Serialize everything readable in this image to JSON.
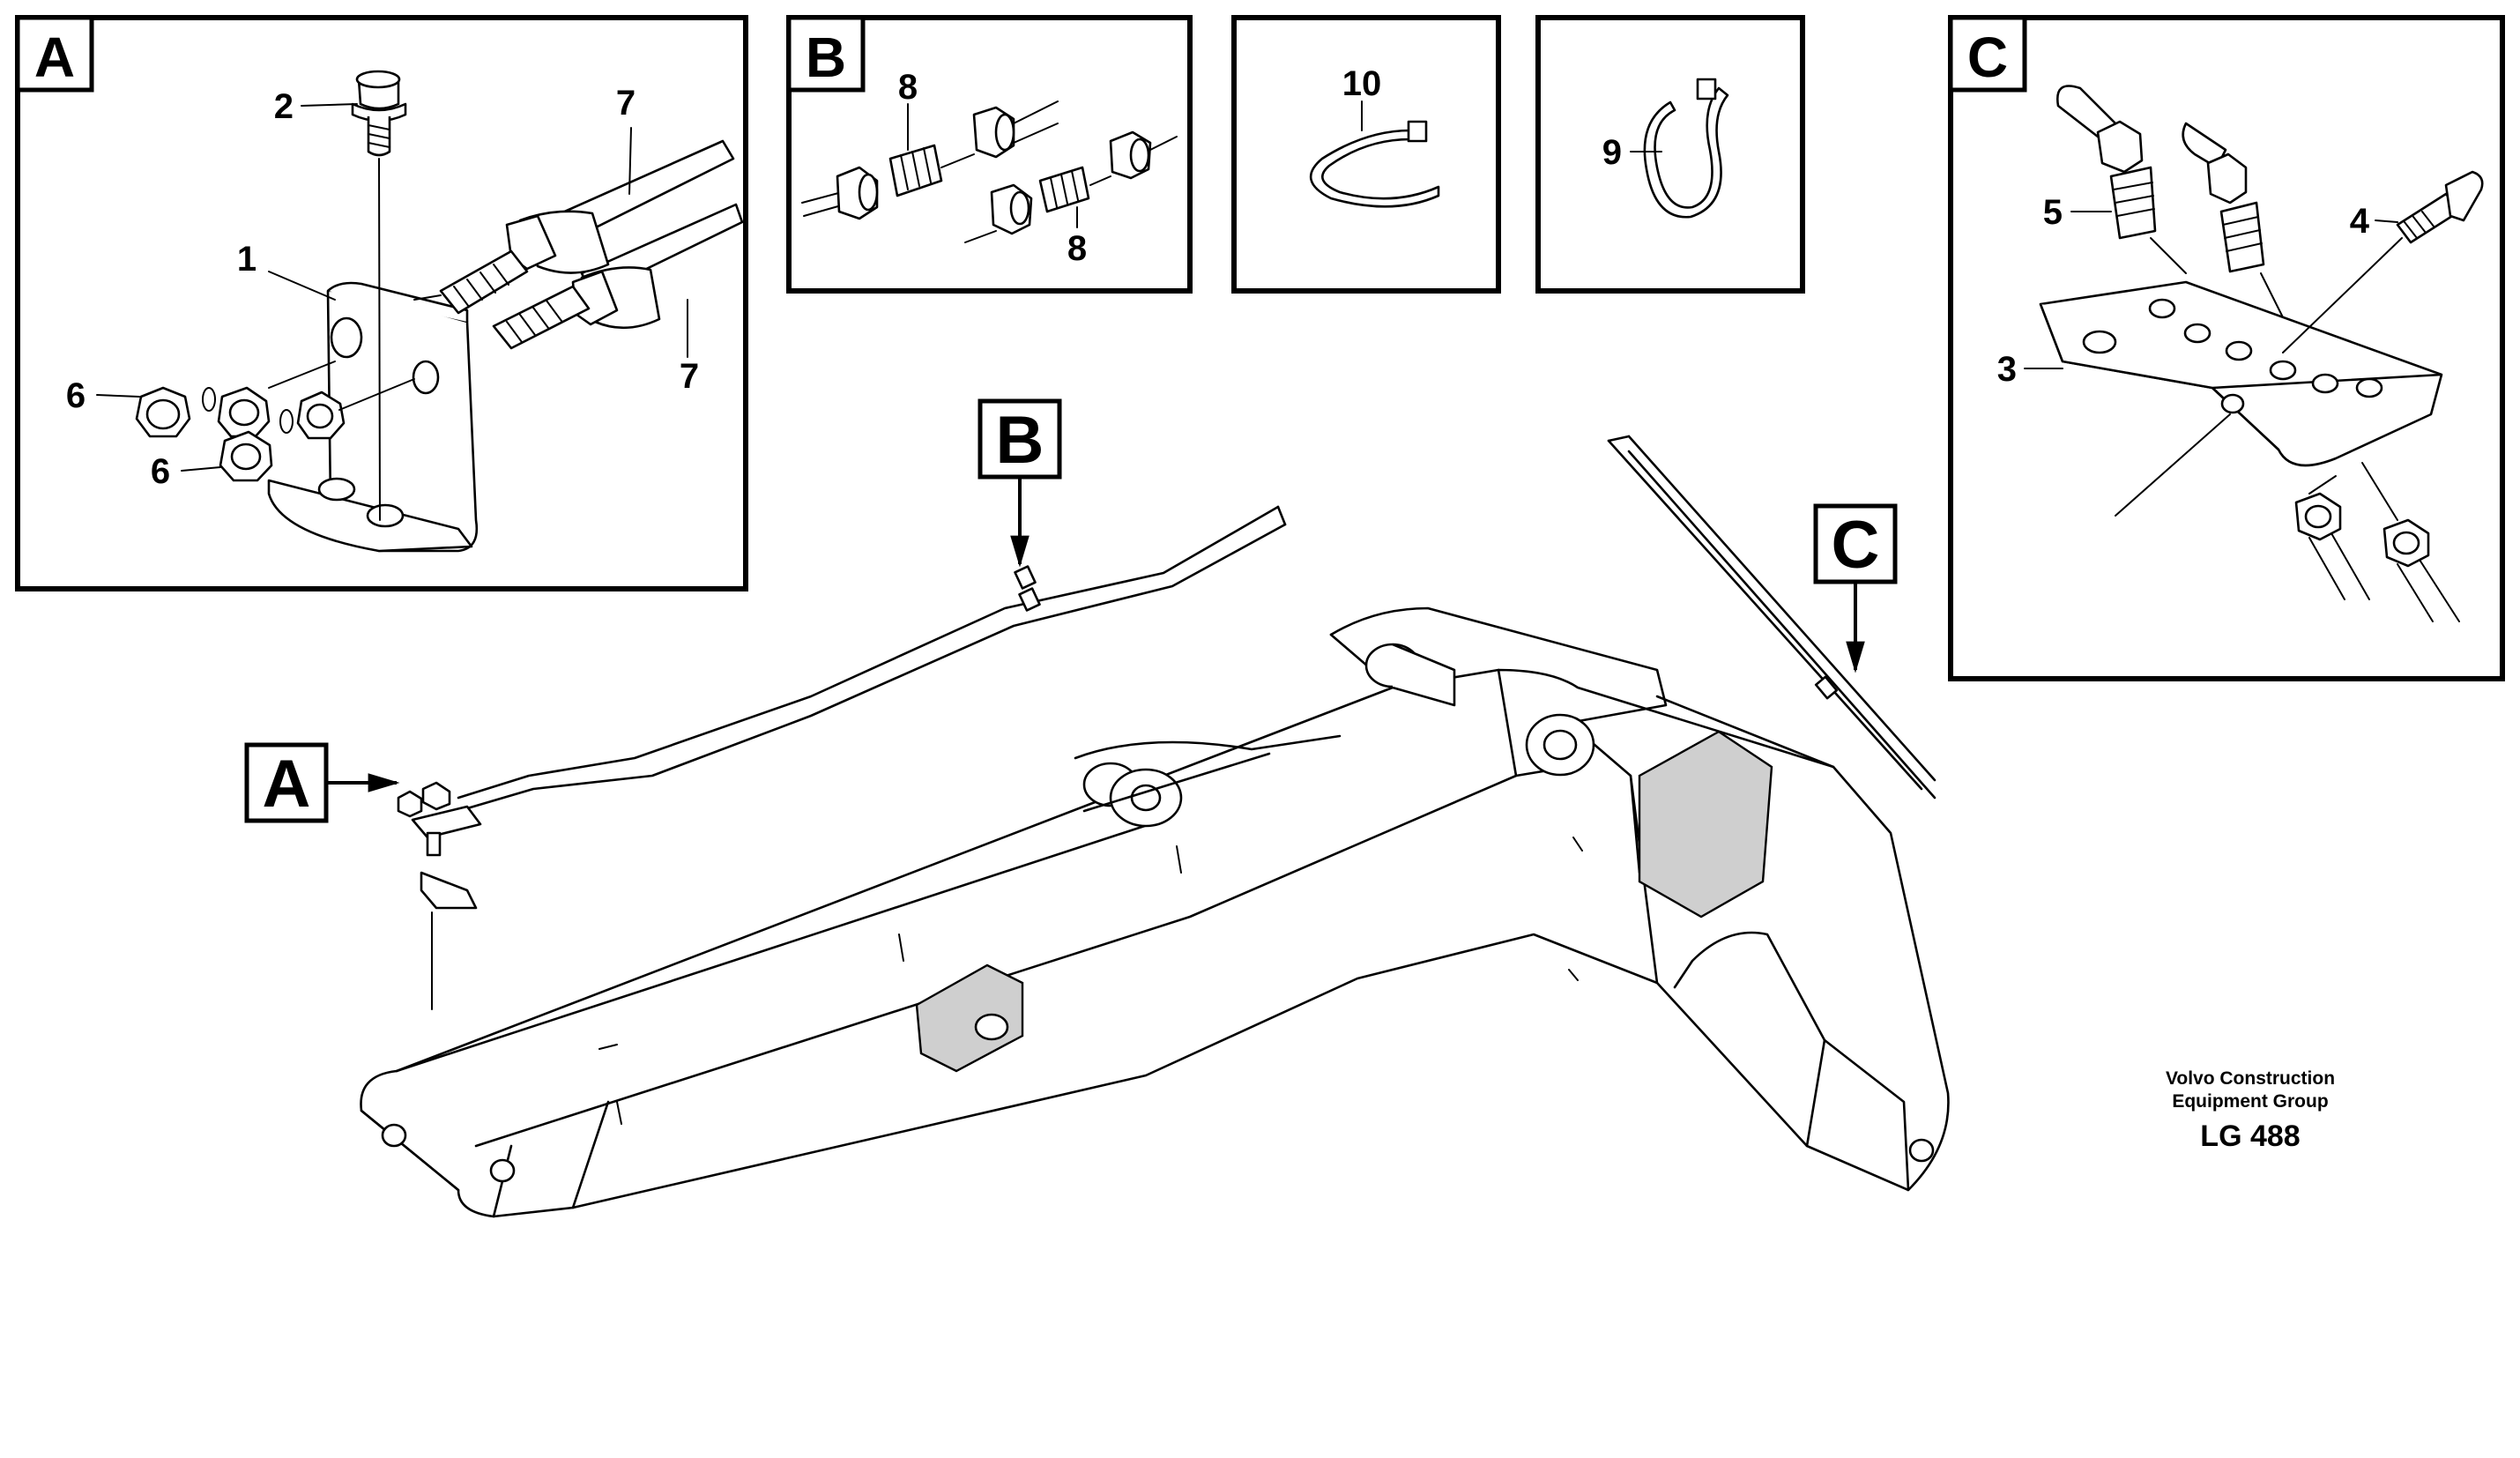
{
  "detail_boxes": {
    "a": {
      "letter": "A"
    },
    "b": {
      "letter": "B"
    },
    "c": {
      "letter": "C"
    }
  },
  "main_view_markers": {
    "a": "A",
    "b": "B",
    "c": "C"
  },
  "part_numbers": {
    "clamp_plate_1": "1",
    "screw_2": "2",
    "clamp_plate_3": "3",
    "screw_4": "4",
    "nipple_5": "5",
    "nut_6_upper": "6",
    "nut_6_lower": "6",
    "pipe_7_upper": "7",
    "pipe_7_lower": "7",
    "nipple_8_upper": "8",
    "nipple_8_lower": "8",
    "cable_tie_9": "9",
    "cable_tie_10": "10"
  },
  "publisher": {
    "line1": "Volvo Construction",
    "line2": "Equipment Group"
  },
  "drawing_code": "LG 488"
}
